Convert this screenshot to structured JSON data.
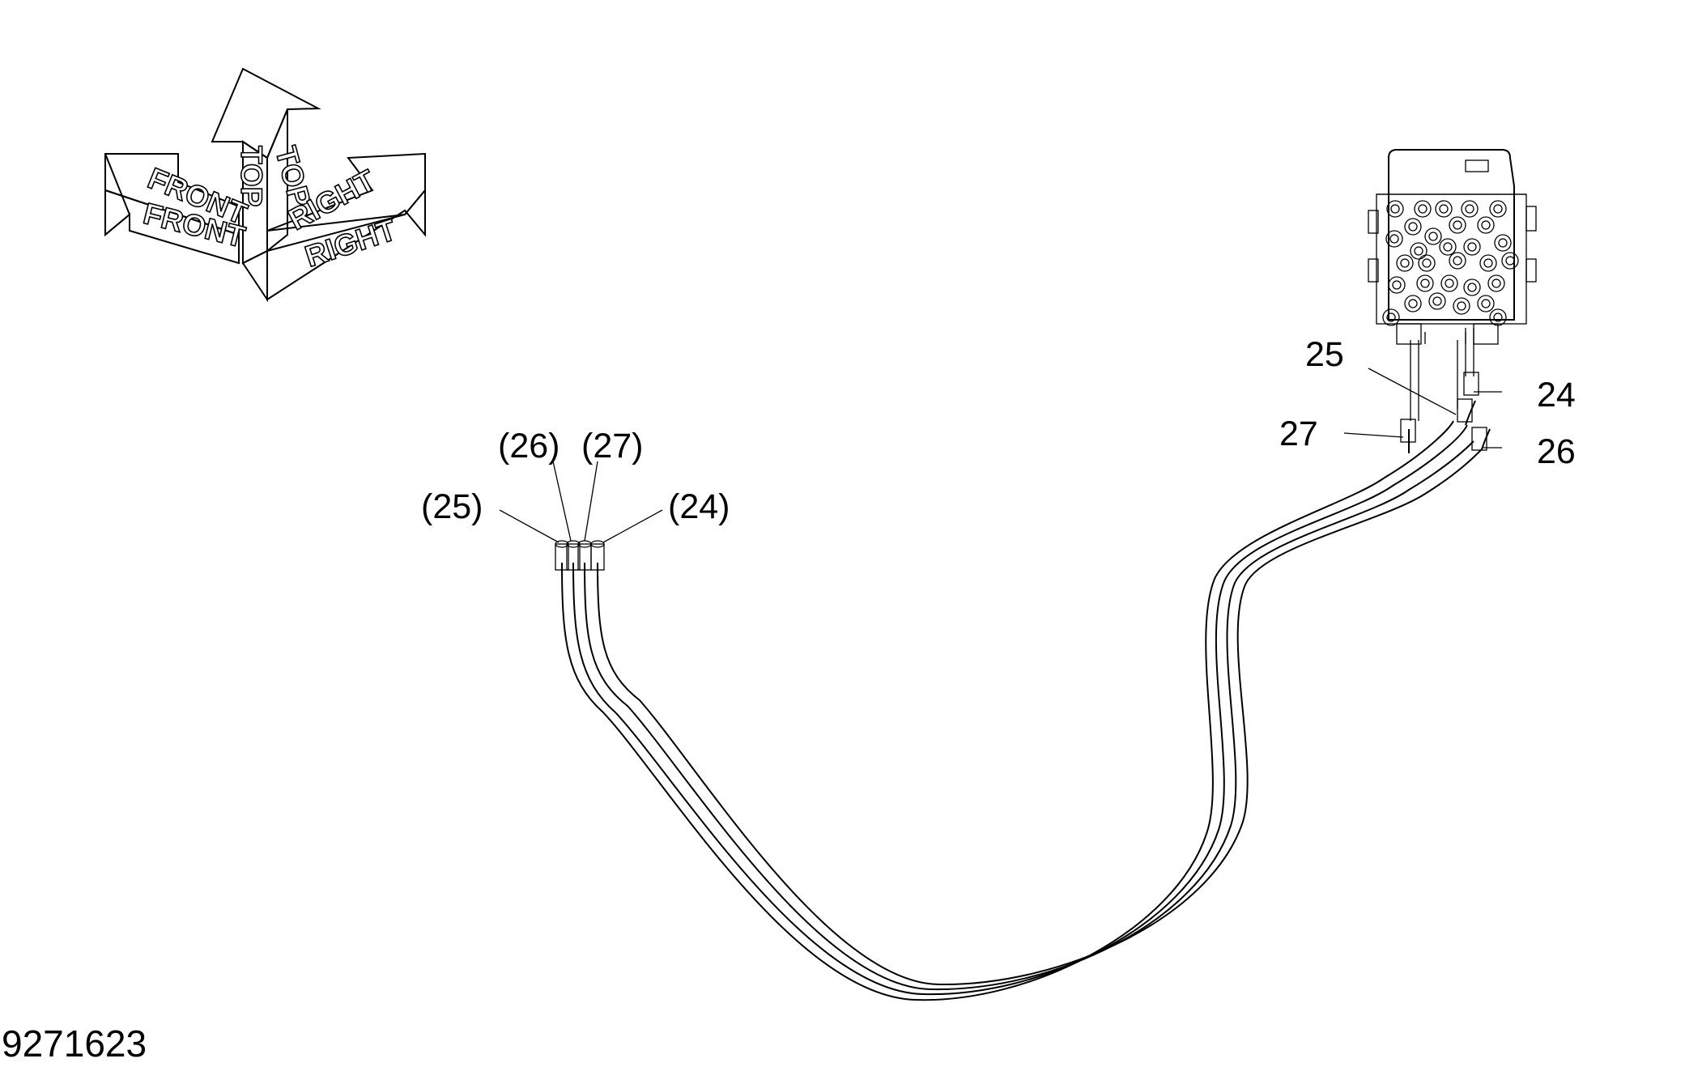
{
  "orientation": {
    "top": "TOP",
    "front": "FRONT",
    "right": "RIGHT"
  },
  "callouts": {
    "c25": "25",
    "c24": "24",
    "c27": "27",
    "c26": "26",
    "p25": "(25)",
    "p26": "(26)",
    "p27": "(27)",
    "p24": "(24)"
  },
  "document_number": "9271623"
}
